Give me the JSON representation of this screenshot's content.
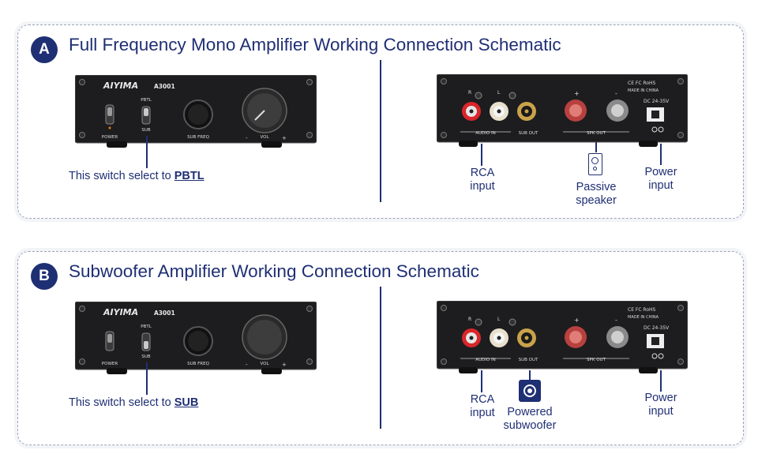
{
  "sections": [
    {
      "badge": "A",
      "title": "Full Frequency Mono Amplifier Working Connection Schematic",
      "switch_note_prefix": "This switch select to ",
      "switch_note_value": "PBTL",
      "labels": {
        "rca_line1": "RCA",
        "rca_line2": "input",
        "mid_line1": "Passive",
        "mid_line2": "speaker",
        "power_line1": "Power",
        "power_line2": "input"
      }
    },
    {
      "badge": "B",
      "title": "Subwoofer Amplifier Working Connection Schematic",
      "switch_note_prefix": "This switch select to ",
      "switch_note_value": "SUB",
      "labels": {
        "rca_line1": "RCA",
        "rca_line2": "input",
        "mid_line1": "Powered",
        "mid_line2": "subwoofer",
        "power_line1": "Power",
        "power_line2": "input"
      }
    }
  ],
  "device_front": {
    "brand": "AIYIMA",
    "model": "A3001",
    "power_label": "POWER",
    "pbtl_label": "PBTL",
    "sub_label": "SUB",
    "subfreq_label": "SUB FREQ",
    "vol_label": "VOL",
    "minus": "-",
    "plus": "+"
  },
  "device_rear": {
    "r_label": "R",
    "l_label": "L",
    "audio_in_label": "AUDIO IN",
    "sub_out_label": "SUB OUT",
    "spk_out_label": "SPK OUT",
    "plus": "+",
    "minus": "-",
    "dc_label": "DC 24-35V",
    "cert_label": "CE FC RoHS",
    "made_in": "MADE IN CHINA"
  },
  "colors": {
    "navy": "#1f2f74",
    "chassis": "#1d1d1f",
    "rca_red": "#d9262b",
    "gold": "#c9a24a"
  }
}
